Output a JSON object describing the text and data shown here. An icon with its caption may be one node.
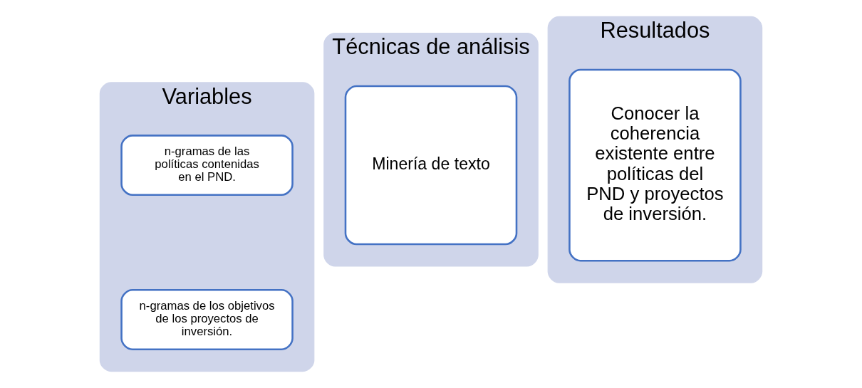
{
  "diagram": {
    "nodes": [
      {
        "text": [
          "Variables"
        ]
      },
      {
        "text": [
          "n-gramas de las políticas contenidas en el PND."
        ],
        "in": 0
      },
      {
        "text": [
          "n-gramas de los objetivos de los proyectos de inversión."
        ],
        "in": 0
      },
      {
        "text": [
          "Técnicas de análisis"
        ]
      },
      {
        "text": [
          "Minería de texto"
        ],
        "in": 3
      },
      {
        "text": [
          "Resultados"
        ]
      },
      {
        "text": [
          "Conocer la coherencia existente entre políticas del PND y proyectos de inversión."
        ],
        "in": 5
      }
    ]
  }
}
